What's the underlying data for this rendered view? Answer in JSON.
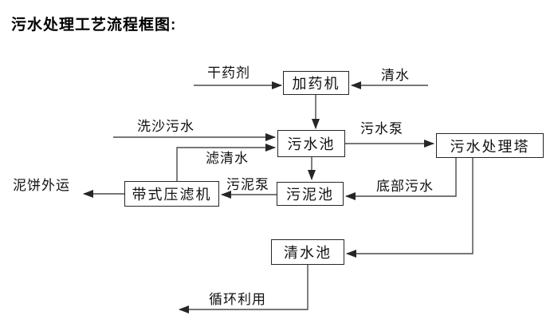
{
  "title": "污水处理工艺流程框图:",
  "colors": {
    "line": "#4a4a4a",
    "box_border": "#262626",
    "text": "#111111",
    "background": "#ffffff"
  },
  "diagram": {
    "boxes": [
      {
        "id": "dosing-machine",
        "label": "加药机"
      },
      {
        "id": "sewage-pool",
        "label": "污水池"
      },
      {
        "id": "treatment-tower",
        "label": "污水处理塔"
      },
      {
        "id": "sludge-pool",
        "label": "污泥池"
      },
      {
        "id": "belt-filter-press",
        "label": "带式压滤机"
      },
      {
        "id": "clean-water-pool",
        "label": "清水池"
      }
    ],
    "edge_labels": [
      {
        "id": "dry-chemical",
        "text": "干药剂"
      },
      {
        "id": "clean-water",
        "text": "清水"
      },
      {
        "id": "sand-wash-sewage",
        "text": "洗沙污水"
      },
      {
        "id": "sewage-pump",
        "text": "污水泵"
      },
      {
        "id": "filtered-water",
        "text": "滤清水"
      },
      {
        "id": "sludge-pump",
        "text": "污泥泵"
      },
      {
        "id": "bottom-sewage",
        "text": "底部污水"
      },
      {
        "id": "mud-cake-out",
        "text": "泥饼外运"
      },
      {
        "id": "recycle",
        "text": "循环利用"
      }
    ],
    "edges": [
      {
        "from": "external",
        "to": "dosing-machine",
        "label": "干药剂"
      },
      {
        "from": "external",
        "to": "dosing-machine",
        "label": "清水"
      },
      {
        "from": "dosing-machine",
        "to": "sewage-pool",
        "label": ""
      },
      {
        "from": "external",
        "to": "sewage-pool",
        "label": "洗沙污水"
      },
      {
        "from": "belt-filter-press",
        "to": "sewage-pool",
        "label": "滤清水"
      },
      {
        "from": "sewage-pool",
        "to": "treatment-tower",
        "label": "污水泵"
      },
      {
        "from": "sewage-pool",
        "to": "sludge-pool",
        "label": ""
      },
      {
        "from": "treatment-tower",
        "to": "sludge-pool",
        "label": "底部污水"
      },
      {
        "from": "treatment-tower",
        "to": "clean-water-pool",
        "label": ""
      },
      {
        "from": "sludge-pool",
        "to": "belt-filter-press",
        "label": "污泥泵"
      },
      {
        "from": "belt-filter-press",
        "to": "external",
        "label": "泥饼外运"
      },
      {
        "from": "clean-water-pool",
        "to": "external",
        "label": "循环利用"
      }
    ]
  }
}
